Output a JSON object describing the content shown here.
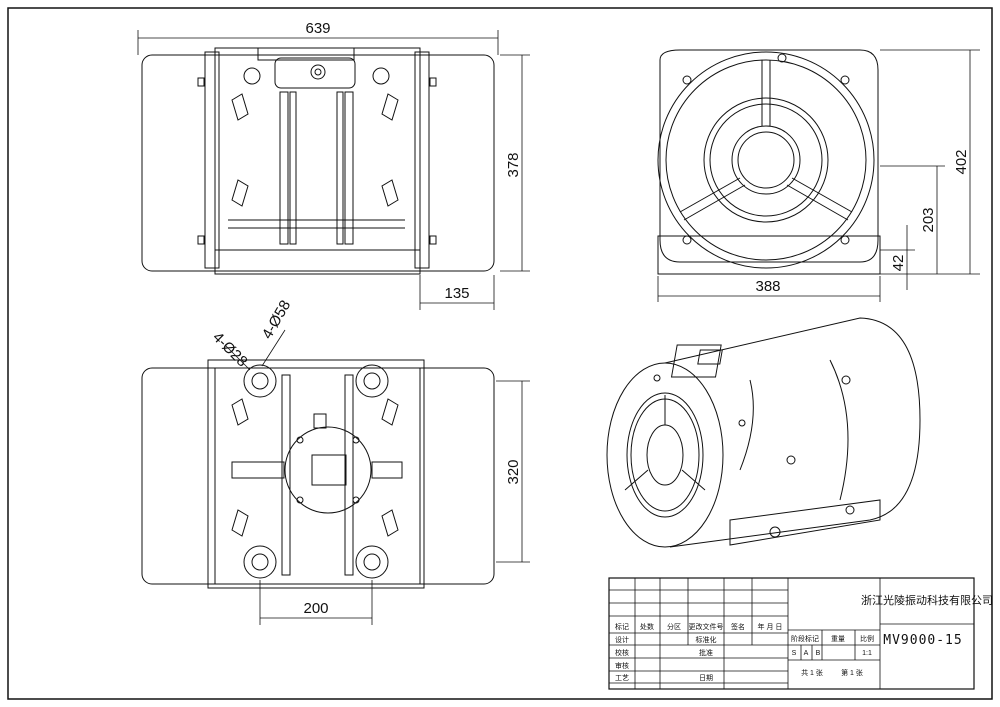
{
  "dimensions": {
    "top_width": "639",
    "top_height": "378",
    "top_offset": "135",
    "side_height": "402",
    "side_center": "203",
    "side_base": "42",
    "side_width": "388",
    "bottom_hole_small": "4-Ø28",
    "bottom_hole_large": "4-Ø58",
    "bottom_height": "320",
    "bottom_spacing": "200"
  },
  "title_block": {
    "company": "浙江光陵振动科技有限公司",
    "model": "MV9000-15",
    "row1": [
      "标记",
      "处数",
      "分区",
      "更改文件号",
      "签名",
      "年 月 日"
    ],
    "row2": [
      "设计",
      "",
      "",
      "标准化",
      "",
      ""
    ],
    "row3": [
      "校核",
      "",
      "",
      "批准",
      "",
      ""
    ],
    "row4": [
      "审核",
      "",
      "",
      "",
      "",
      ""
    ],
    "row5": [
      "工艺",
      "",
      "",
      "日期",
      "",
      ""
    ],
    "stage_labels": [
      "阶段标记",
      "重量",
      "比例"
    ],
    "stage_values": [
      "S",
      "A",
      "B"
    ],
    "scale": "1:1",
    "sheets": "共 1 张",
    "sheet_no": "第 1 张"
  }
}
